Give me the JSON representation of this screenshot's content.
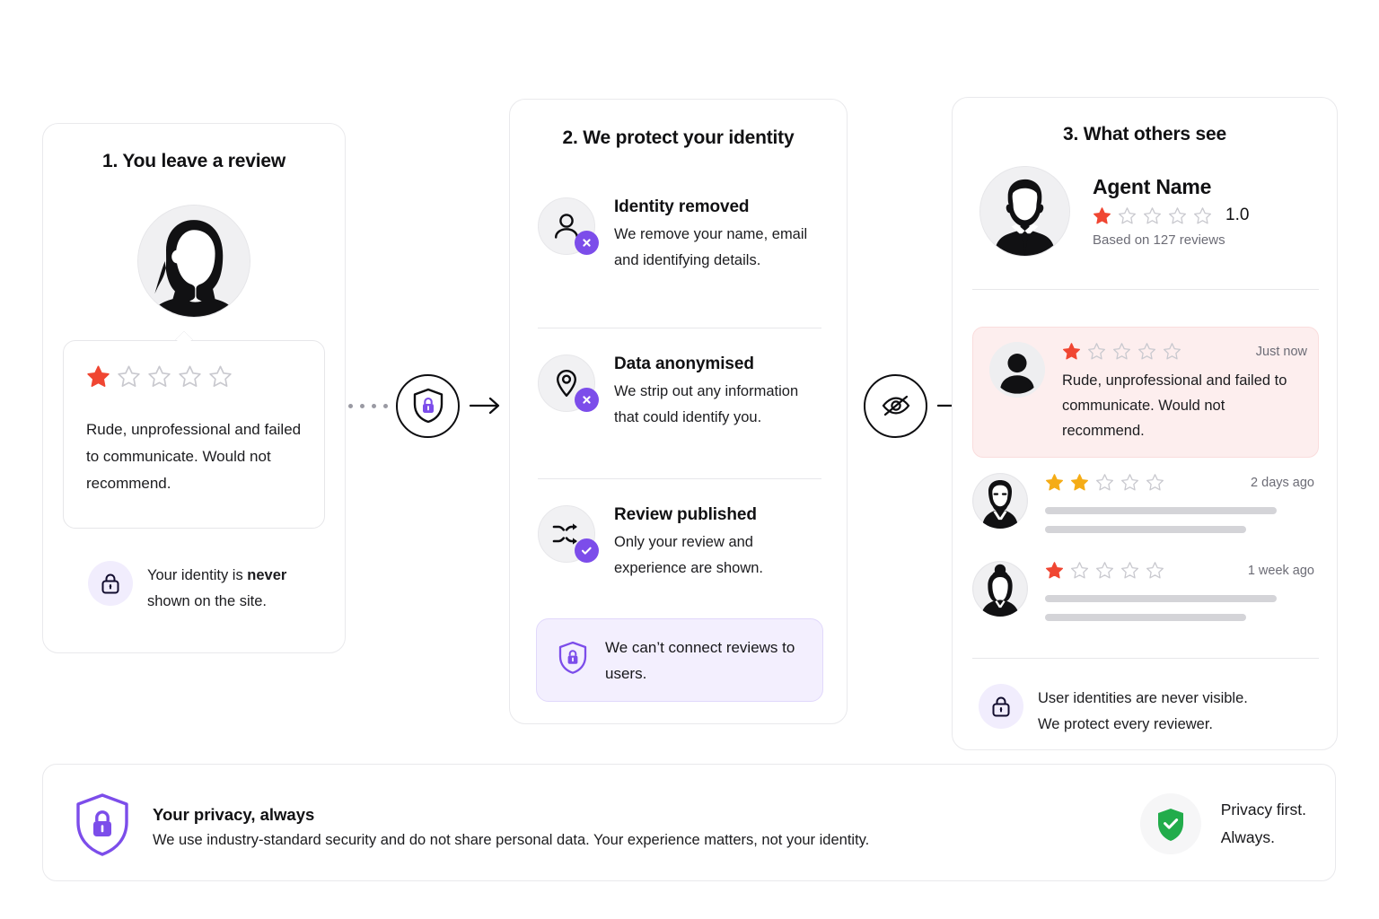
{
  "card1": {
    "title": "1. You leave a review",
    "avatar_icon": "woman-avatar-icon",
    "review": {
      "rating": 1,
      "max_rating": 5,
      "text": "Rude, unprofessional and failed to communicate. Would not recommend."
    },
    "note": {
      "icon": "lock-icon",
      "line1_pre": "Your identity is ",
      "line1_bold": "never",
      "line2": "shown on the site."
    }
  },
  "connector1": {
    "icon": "shield-lock-icon",
    "arrow": "arrow-right-icon"
  },
  "card2": {
    "title": "2. We protect your identity",
    "features": [
      {
        "icon": "person-icon",
        "badge": "cross-badge-icon",
        "heading": "Identity removed",
        "body": "We remove your name, email and identifying details."
      },
      {
        "icon": "location-pin-icon",
        "badge": "cross-badge-icon",
        "heading": "Data anonymised",
        "body": "We strip out any information that could identify you."
      },
      {
        "icon": "shuffle-icon",
        "badge": "check-badge-icon",
        "heading": "Review published",
        "body": "Only your review and experience are shown."
      }
    ],
    "callout": {
      "icon": "shield-lock-icon",
      "text": "We can’t connect reviews to users."
    }
  },
  "connector2": {
    "icon": "eye-off-icon",
    "arrow": "arrow-right-icon"
  },
  "card3": {
    "title": "3. What others see",
    "agent": {
      "avatar_icon": "man-suit-avatar-icon",
      "name": "Agent Name",
      "rating": 1,
      "max_rating": 5,
      "score": "1.0",
      "subtitle": "Based on 127 reviews"
    },
    "highlighted_review": {
      "avatar_icon": "anonymous-avatar-icon",
      "rating": 1,
      "max_rating": 5,
      "time": "Just now",
      "text": "Rude, unprofessional and failed to communicate. Would not recommend."
    },
    "other_reviews": [
      {
        "avatar_icon": "bearded-man-avatar-icon",
        "rating": 2,
        "max_rating": 5,
        "star_color": "#f5ac16",
        "time": "2 days ago"
      },
      {
        "avatar_icon": "bun-woman-avatar-icon",
        "rating": 1,
        "max_rating": 5,
        "star_color": "#f04632",
        "time": "1 week ago"
      }
    ],
    "note": {
      "icon": "lock-icon",
      "line1": "User identities are never visible.",
      "line2": "We protect every reviewer."
    }
  },
  "footer": {
    "icon": "shield-lock-icon",
    "heading": "Your privacy, always",
    "body": "We use industry-standard security and do not share personal data. Your experience matters, not your identity.",
    "badge": {
      "icon": "shield-check-icon",
      "line1": "Privacy first.",
      "line2": "Always."
    }
  },
  "colors": {
    "accent_purple": "#7c4dea",
    "star_red": "#f04632",
    "star_amber": "#f5ac16",
    "star_empty": "#c9c9cf",
    "green": "#22ac4b",
    "highlight_bg": "#fdeeee",
    "callout_bg": "#f3effe"
  }
}
